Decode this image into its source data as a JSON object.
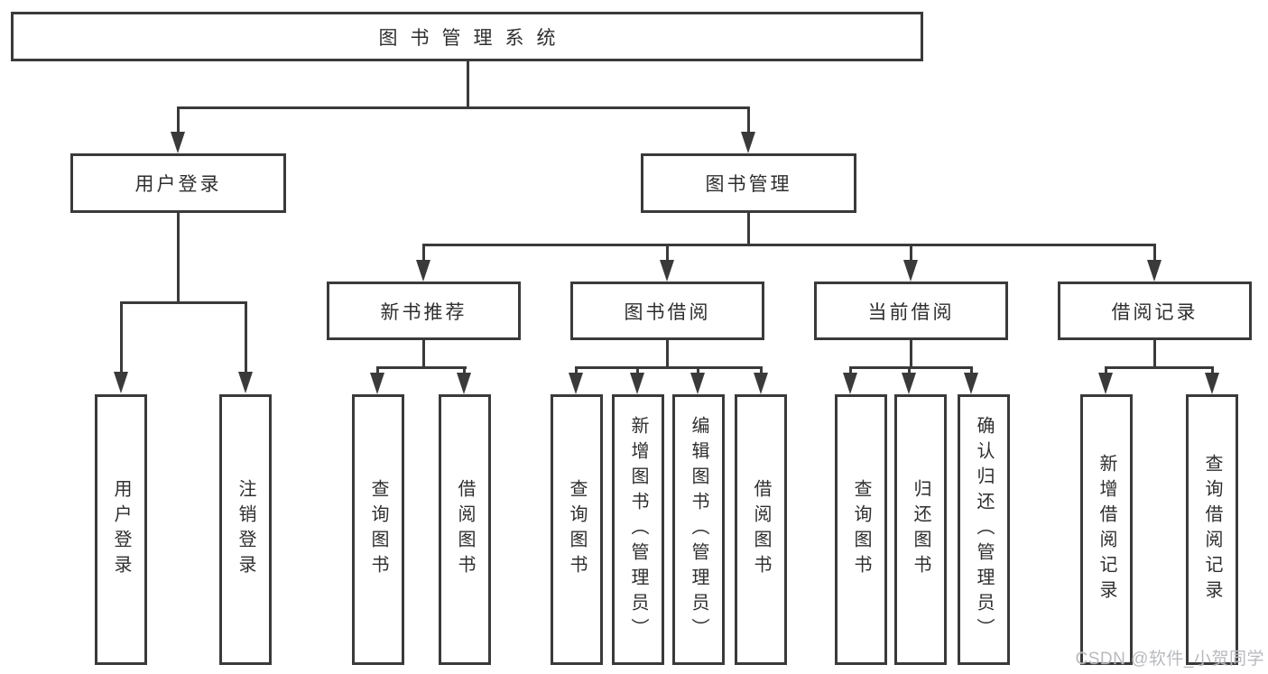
{
  "diagram": {
    "root": {
      "label": "图书管理系统"
    },
    "level2": [
      {
        "label": "用户登录"
      },
      {
        "label": "图书管理"
      }
    ],
    "level3": [
      {
        "label": "新书推荐",
        "parent": "图书管理"
      },
      {
        "label": "图书借阅",
        "parent": "图书管理"
      },
      {
        "label": "当前借阅",
        "parent": "图书管理"
      },
      {
        "label": "借阅记录",
        "parent": "图书管理"
      }
    ],
    "leaves": [
      {
        "label": "用户登录",
        "parent": "用户登录"
      },
      {
        "label": "注销登录",
        "parent": "用户登录"
      },
      {
        "label": "查询图书",
        "parent": "新书推荐"
      },
      {
        "label": "借阅图书",
        "parent": "新书推荐"
      },
      {
        "label": "查询图书",
        "parent": "图书借阅"
      },
      {
        "label": "新增图书（管理员）",
        "parent": "图书借阅"
      },
      {
        "label": "编辑图书（管理员）",
        "parent": "图书借阅"
      },
      {
        "label": "借阅图书",
        "parent": "图书借阅"
      },
      {
        "label": "查询图书",
        "parent": "当前借阅"
      },
      {
        "label": "归还图书",
        "parent": "当前借阅"
      },
      {
        "label": "确认归还（管理员）",
        "parent": "当前借阅"
      },
      {
        "label": "新增借阅记录",
        "parent": "借阅记录"
      },
      {
        "label": "查询借阅记录",
        "parent": "借阅记录"
      }
    ],
    "watermark": "CSDN @软件_小贺同学",
    "colors": {
      "line": "#3a3a3a",
      "text": "#2f2f2f",
      "background": "#ffffff",
      "watermark": "#b2b4b8"
    }
  }
}
